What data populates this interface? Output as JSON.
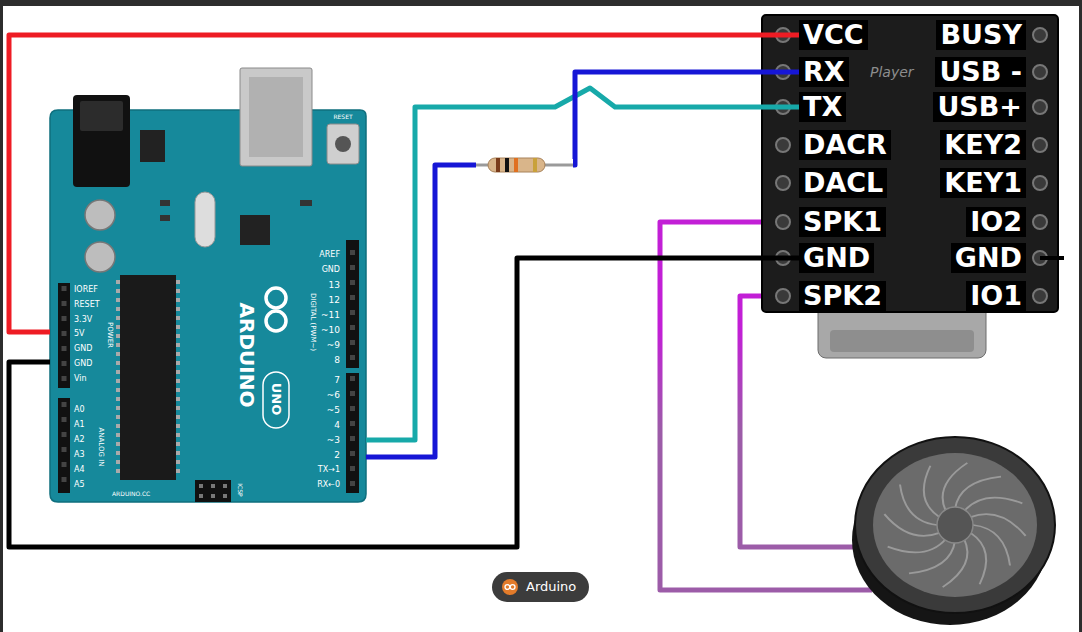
{
  "diagram": {
    "nodes": [
      {
        "text": [
          "Player"
        ]
      },
      {
        "text": [
          "VCC"
        ],
        "in": 0
      },
      {
        "text": [
          "BUSY"
        ],
        "in": 0
      },
      {
        "text": [
          "RX"
        ],
        "in": 0
      },
      {
        "text": [
          "USB -"
        ],
        "in": 0
      },
      {
        "text": [
          "TX"
        ],
        "in": 0
      },
      {
        "text": [
          "USB+"
        ],
        "in": 0
      },
      {
        "text": [
          "DACR"
        ],
        "in": 0
      },
      {
        "text": [
          "KEY2"
        ],
        "in": 0
      },
      {
        "text": [
          "DACL"
        ],
        "in": 0
      },
      {
        "text": [
          "KEY1"
        ],
        "in": 0
      },
      {
        "text": [
          "SPK1"
        ],
        "in": 0
      },
      {
        "text": [
          "IO2"
        ],
        "in": 0
      },
      {
        "text": [
          "GND"
        ],
        "in": 0
      },
      {
        "text": [
          "GND"
        ],
        "in": 0
      },
      {
        "text": [
          "SPK2"
        ],
        "in": 0
      },
      {
        "text": [
          "IO1"
        ],
        "in": 0
      },
      {
        "text": [
          "RESET",
          "AREF",
          "GND",
          "13",
          "12",
          "~11",
          "~10",
          "~9",
          "8",
          "DIGITAL (PWM~)",
          "ARDUINO",
          "UNO",
          "7",
          "~6",
          "~5",
          "4",
          "~3",
          "2",
          "TX→1",
          "RX←0",
          "IOREF",
          "RESET",
          "3.3V",
          "5V",
          "GND",
          "GND",
          "Vin",
          "POWER",
          "A0",
          "A1",
          "A2",
          "A3",
          "A4",
          "A5",
          "ANALOG IN",
          "ARDUINO.CC",
          "ICSP"
        ]
      },
      {
        "text": [
          "Arduino"
        ]
      }
    ],
    "edges": [
      {
        "from": 17,
        "to": 1,
        "arrow": "none"
      },
      {
        "from": 17,
        "to": 5,
        "arrow": "none"
      },
      {
        "from": 17,
        "to": 3,
        "arrow": "none"
      },
      {
        "from": 17,
        "to": 13,
        "arrow": "none"
      }
    ]
  }
}
